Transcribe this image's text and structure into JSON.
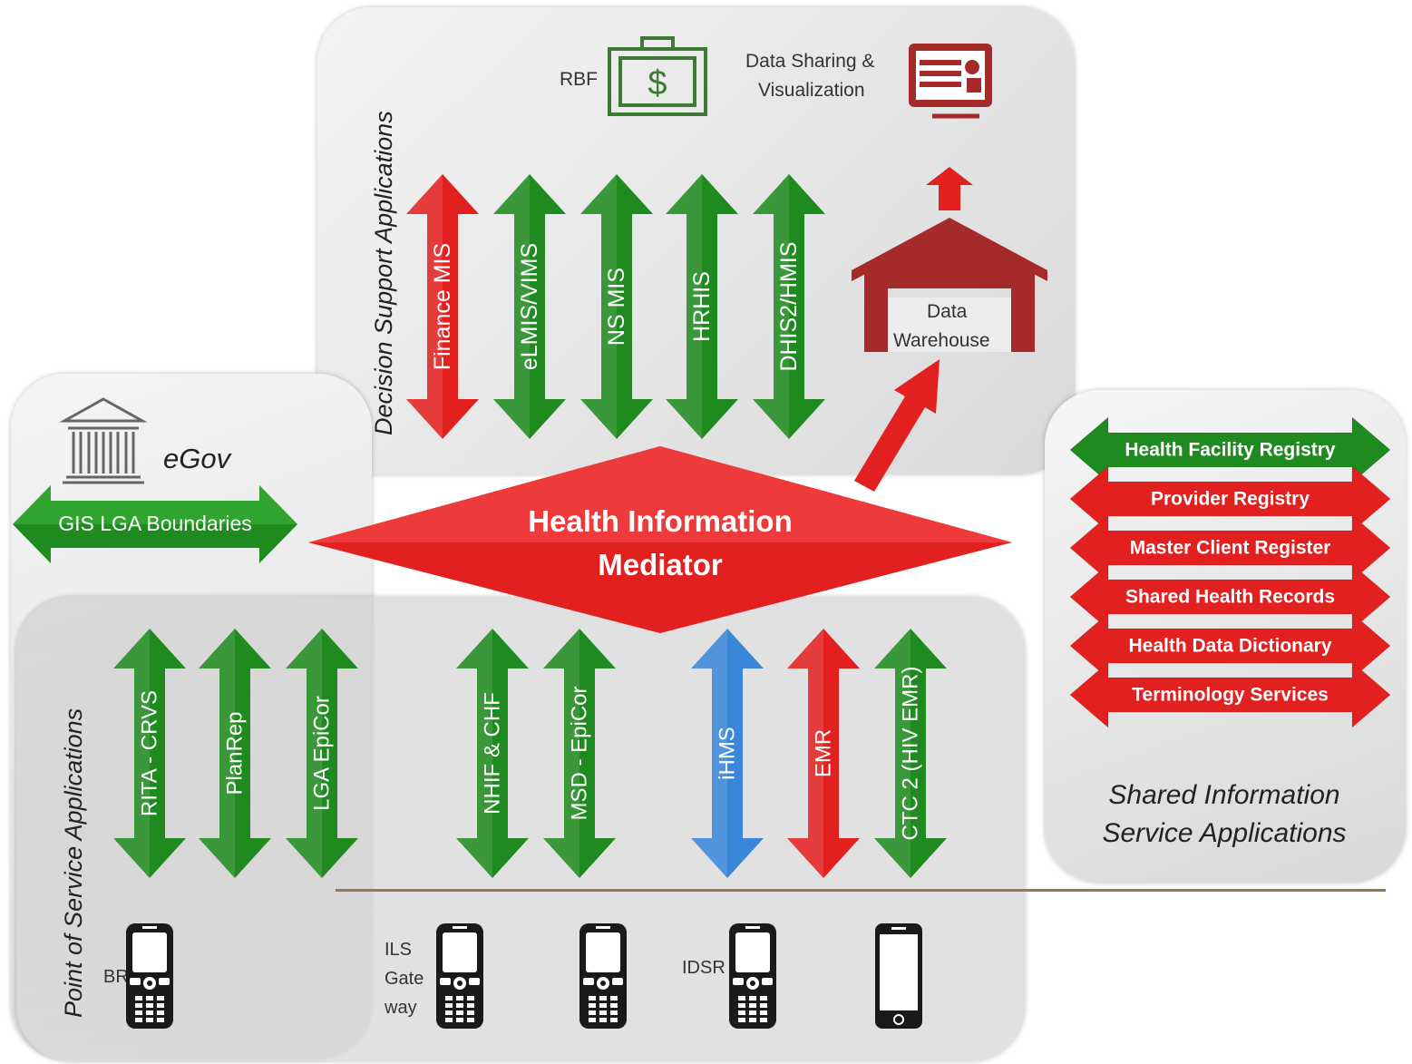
{
  "colors": {
    "green": "#1f8a1f",
    "red": "#e22020",
    "blue": "#3a86d8",
    "dark_red": "#a52a2a",
    "olive_green": "#3d7a34"
  },
  "decision_support": {
    "title": "Decision Support Applications",
    "rbf_label": "RBF",
    "data_sharing_label_line1": "Data Sharing &",
    "data_sharing_label_line2": "Visualization",
    "warehouse_line1": "Data",
    "warehouse_line2": "Warehouse",
    "arrows": [
      {
        "label": "Finance MIS",
        "color": "red"
      },
      {
        "label": "eLMIS/VIMS",
        "color": "green"
      },
      {
        "label": "NS MIS",
        "color": "green"
      },
      {
        "label": "HRHIS",
        "color": "green"
      },
      {
        "label": "DHIS2/HMIS",
        "color": "green"
      }
    ]
  },
  "egov": {
    "title": "eGov",
    "gis_label": "GIS LGA Boundaries",
    "icon": "government-building-icon"
  },
  "mediator": {
    "line1": "Health Information",
    "line2": "Mediator"
  },
  "point_of_service": {
    "title": "Point of Service Applications",
    "arrows": [
      {
        "label": "RITA - CRVS",
        "color": "green"
      },
      {
        "label": "PlanRep",
        "color": "green"
      },
      {
        "label": "LGA EpiCor",
        "color": "green"
      },
      {
        "label": "NHIF & CHF",
        "color": "green"
      },
      {
        "label": "MSD - EpiCor",
        "color": "green"
      },
      {
        "label": "iHMS",
        "color": "blue"
      },
      {
        "label": "EMR",
        "color": "red"
      },
      {
        "label": "CTC 2 (HIV EMR)",
        "color": "green"
      }
    ],
    "devices": [
      {
        "label": "BRS",
        "icon": "feature-phone-icon"
      },
      {
        "label_lines": [
          "ILS",
          "Gate",
          "way"
        ],
        "icon": "feature-phone-icon"
      },
      {
        "label": "",
        "icon": "feature-phone-icon"
      },
      {
        "label": "IDSR",
        "icon": "feature-phone-icon"
      },
      {
        "label": "",
        "icon": "smartphone-icon"
      }
    ]
  },
  "shared_info": {
    "title_line1": "Shared Information",
    "title_line2": "Service Applications",
    "registries": [
      {
        "label": "Health Facility Registry",
        "color": "green"
      },
      {
        "label": "Provider Registry",
        "color": "red"
      },
      {
        "label": "Master Client Register",
        "color": "red"
      },
      {
        "label": "Shared Health Records",
        "color": "red"
      },
      {
        "label": "Health Data Dictionary",
        "color": "red"
      },
      {
        "label": "Terminology Services",
        "color": "red"
      }
    ]
  }
}
